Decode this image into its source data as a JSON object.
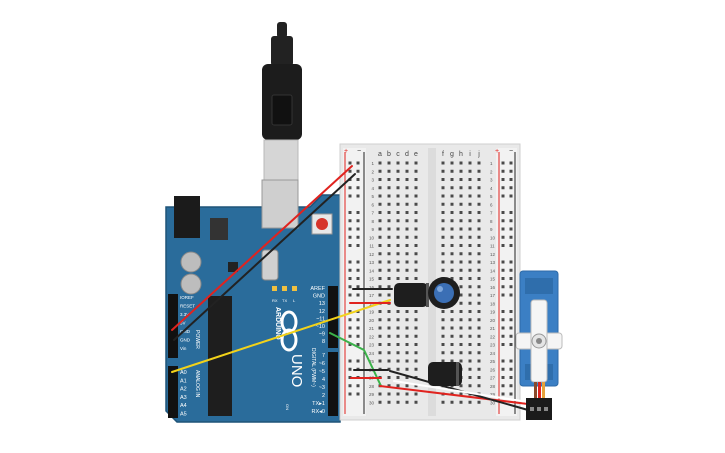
{
  "arduino": {
    "brand": "ARDUINO",
    "model": "UNO",
    "power_header": "POWER",
    "analog_header": "ANALOG IN",
    "digital_header": "DIGITAL (PWM~)",
    "tx_label": "TX",
    "rx_label": "RX",
    "l_label": "L",
    "on_label": "ON",
    "power_pins": [
      "IOREF",
      "RESET",
      "3.3V",
      "5V",
      "GND",
      "GND",
      "Vin"
    ],
    "analog_pins": [
      "A0",
      "A1",
      "A2",
      "A3",
      "A4",
      "A5"
    ],
    "digital_top": [
      "AREF",
      "GND",
      "13",
      "12",
      "~11",
      "~10",
      "~9",
      "8"
    ],
    "digital_bottom": [
      "7",
      "~6",
      "~5",
      "4",
      "~3",
      "2",
      "TX▸1",
      "RX◂0"
    ]
  },
  "breadboard": {
    "plus": "+",
    "minus": "−",
    "columns_left": [
      "a",
      "b",
      "c",
      "d",
      "e"
    ],
    "columns_right": [
      "f",
      "g",
      "h",
      "i",
      "j"
    ],
    "row_count": 30
  },
  "colors": {
    "board": "#2a6c9b",
    "wire_red": "#e0231f",
    "wire_black": "#222222",
    "wire_yellow": "#f2d21a",
    "wire_green": "#3bb24a",
    "capacitor": "#1e1e1e",
    "servo": "#3b7fc4"
  }
}
